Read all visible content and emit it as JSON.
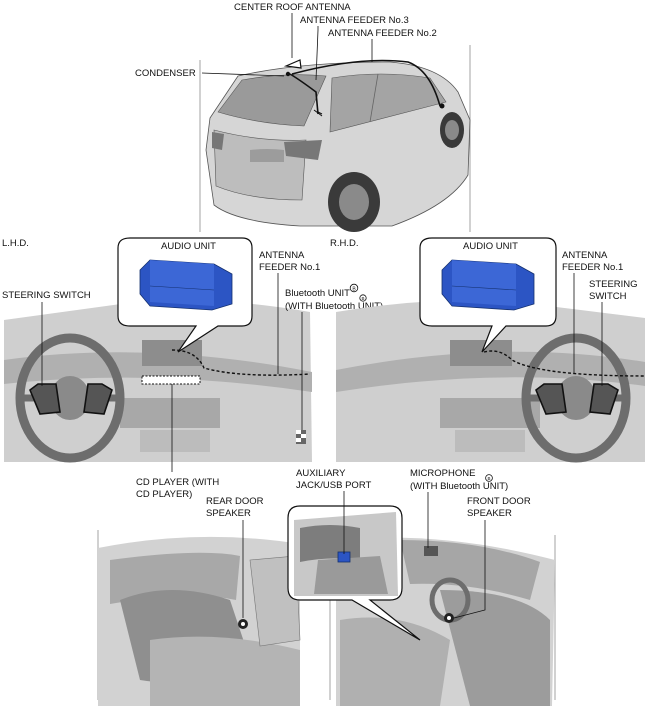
{
  "labels": {
    "center_roof_antenna": "CENTER ROOF ANTENNA",
    "antenna_feeder_3": "ANTENNA FEEDER No.3",
    "antenna_feeder_2": "ANTENNA FEEDER No.2",
    "condenser": "CONDENSER",
    "lhd": "L.H.D.",
    "rhd": "R.H.D.",
    "audio_unit_left": "AUDIO UNIT",
    "audio_unit_right": "AUDIO UNIT",
    "antenna_feeder_1_left_l1": "ANTENNA",
    "antenna_feeder_1_left_l2": "FEEDER No.1",
    "antenna_feeder_1_right_l1": "ANTENNA",
    "antenna_feeder_1_right_l2": "FEEDER No.1",
    "bluetooth_unit_l1": "Bluetooth UNIT",
    "bluetooth_unit_l2": "(WITH Bluetooth UNIT)",
    "steering_switch_left": "STEERING SWITCH",
    "steering_switch_right_l1": "STEERING",
    "steering_switch_right_l2": "SWITCH",
    "cd_player_l1": "CD PLAYER (WITH",
    "cd_player_l2": "CD PLAYER)",
    "rear_door_speaker_l1": "REAR DOOR",
    "rear_door_speaker_l2": "SPEAKER",
    "aux_jack_l1": "AUXILIARY",
    "aux_jack_l2": "JACK/USB PORT",
    "microphone_l1": "MICROPHONE",
    "microphone_l2": "(WITH Bluetooth UNIT)",
    "front_door_speaker_l1": "FRONT DOOR",
    "front_door_speaker_l2": "SPEAKER",
    "marker_symbol": "B"
  },
  "colors": {
    "audio_unit_blue": "#2c55c4",
    "line": "#111111",
    "body_gray": "#c8c8c8",
    "dark_gray": "#7a7a7a"
  }
}
